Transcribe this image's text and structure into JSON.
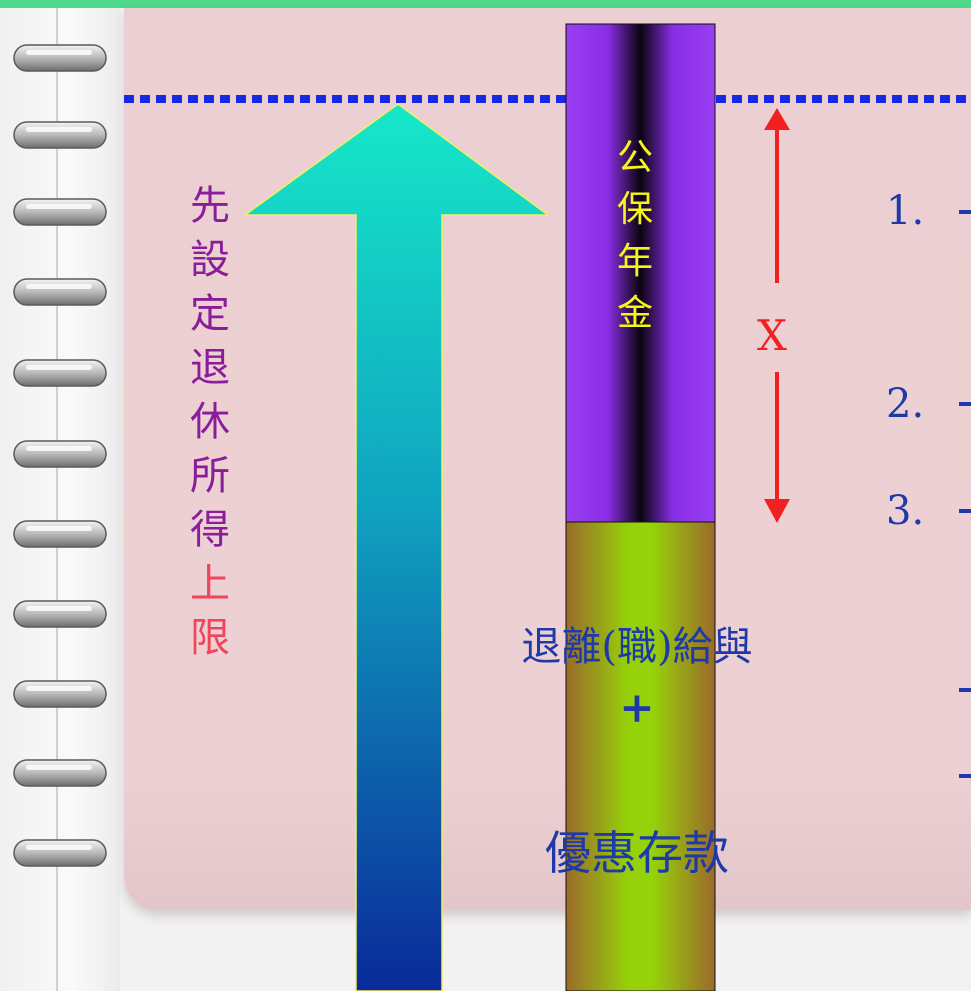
{
  "diagram": {
    "left_label_chars": [
      "先",
      "設",
      "定",
      "退",
      "休",
      "所",
      "得"
    ],
    "left_label_red_chars": [
      "上",
      "限"
    ],
    "bar_label_chars": [
      "公",
      "保",
      "年",
      "金"
    ],
    "gap_label": "X",
    "bottom_label_line1": "退離(職)給與",
    "bottom_label_plus": "+",
    "bottom_label_line2": "優惠存款",
    "numbered_items": [
      "1.",
      "2.",
      "3."
    ]
  },
  "colors": {
    "background_green": "#4fd98a",
    "panel_pink": "#ebcfd2",
    "dotted_line": "#1a28e6",
    "purple_text": "#8a1d9a",
    "red_text": "#f0455a",
    "yellow_text": "#f5f51a",
    "blue_text": "#1e3aa8",
    "arrow_red": "#f22020"
  }
}
